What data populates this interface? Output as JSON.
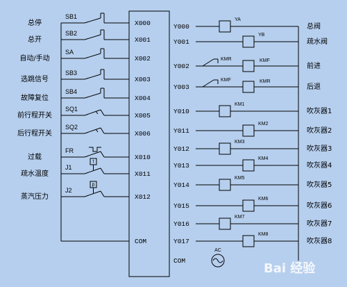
{
  "left_labels": [
    "总停",
    "总开",
    "自动/手动",
    "选跳信号",
    "故障复位",
    "前行程开关",
    "后行程开关",
    "过载",
    "疏水温度",
    "蒸汽压力"
  ],
  "left_devices": [
    "SB1",
    "SB2",
    "SA",
    "SB3",
    "SB4",
    "SQ1",
    "SQ2",
    "FR",
    "J1",
    "J2"
  ],
  "x_terminals": [
    "X000",
    "X001",
    "X002",
    "X003",
    "X004",
    "X005",
    "X006",
    "X010",
    "X011",
    "X012",
    "COM"
  ],
  "y_terminals": [
    "Y000",
    "Y001",
    "Y002",
    "Y003",
    "Y010",
    "Y011",
    "Y012",
    "Y013",
    "Y014",
    "Y015",
    "Y016",
    "Y017",
    "COM"
  ],
  "outputs": [
    {
      "coil": "YA",
      "interlock": "",
      "interlock_label": "",
      "label": "总阀"
    },
    {
      "coil": "YB",
      "interlock": "",
      "interlock_label": "",
      "label": "疏水阀"
    },
    {
      "coil": "KMF",
      "interlock": "KMR",
      "interlock_label": "KMR",
      "label": "前进"
    },
    {
      "coil": "KMR",
      "interlock": "KMF",
      "interlock_label": "KMF",
      "label": "后退"
    },
    {
      "coil": "KM1",
      "interlock": "",
      "interlock_label": "",
      "label": "吹灰器1"
    },
    {
      "coil": "KM2",
      "interlock": "",
      "interlock_label": "",
      "label": "吹灰器2"
    },
    {
      "coil": "KM3",
      "interlock": "",
      "interlock_label": "",
      "label": "吹灰器3"
    },
    {
      "coil": "KM4",
      "interlock": "",
      "interlock_label": "",
      "label": "吹灰器4"
    },
    {
      "coil": "KM5",
      "interlock": "",
      "interlock_label": "",
      "label": "吹灰器5"
    },
    {
      "coil": "KM6",
      "interlock": "",
      "interlock_label": "",
      "label": "吹灰器6"
    },
    {
      "coil": "KM7",
      "interlock": "",
      "interlock_label": "",
      "label": "吹灰器7"
    },
    {
      "coil": "KM8",
      "interlock": "",
      "interlock_label": "",
      "label": "吹灰器8"
    }
  ],
  "relay_tags": {
    "j1": "t",
    "j2": "p"
  },
  "ac_label": "AC",
  "watermark": "Bai 经验",
  "colors": {
    "background": "#b6cfee",
    "line": "#000000"
  }
}
